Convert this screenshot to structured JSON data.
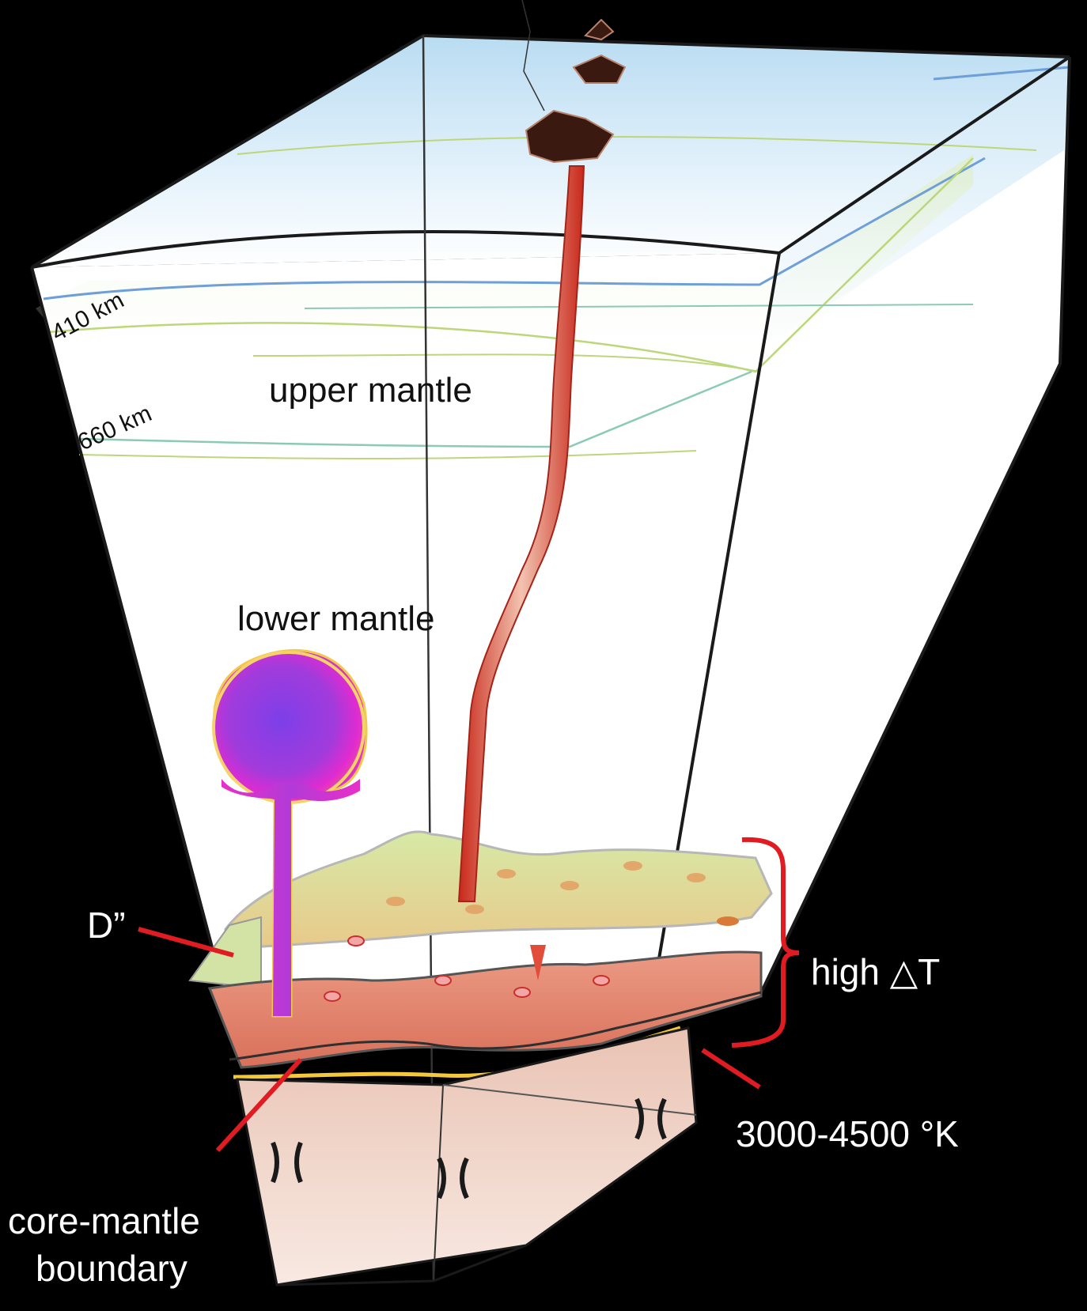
{
  "labels": {
    "depth_410": "410 km",
    "depth_660": "660 km",
    "upper_mantle": "upper mantle",
    "lower_mantle": "lower mantle",
    "d_double_prime": "D”",
    "high_delta_t": "high △T",
    "temperature_range": "3000-4500 °K",
    "core_mantle_boundary_line1": "core-mantle",
    "core_mantle_boundary_line2": "boundary"
  },
  "colors": {
    "background": "#000000",
    "callout_line": "#e01b22",
    "plume_tail": "#c8281a",
    "plume_head": "#8a2be2",
    "d_layer_top": "#cfe39a",
    "d_layer_hot": "#e0806a",
    "core": "#f3ddd2"
  }
}
